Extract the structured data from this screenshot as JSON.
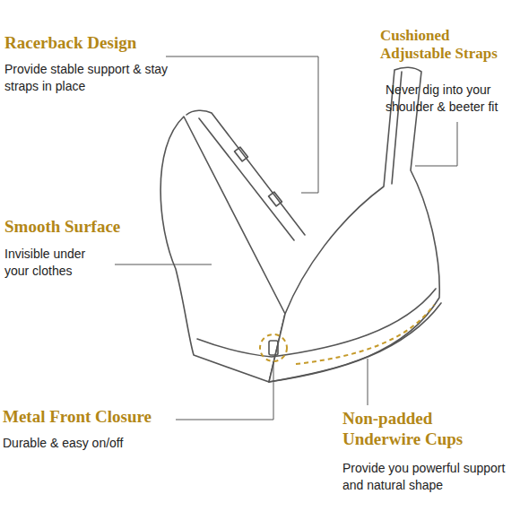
{
  "diagram": {
    "labels": [
      "Racerback Design",
      "Provide stable support & stay straps in place",
      "Cushioned Adjustable Straps",
      "Never dig into your shoulder & beeter fit",
      "Smooth Surface",
      "Invisible under your clothes",
      "Metal Front Closure",
      "Durable & easy on/off",
      "Non-padded Underwire Cups",
      "Provide you powerful support and natural shape"
    ]
  }
}
